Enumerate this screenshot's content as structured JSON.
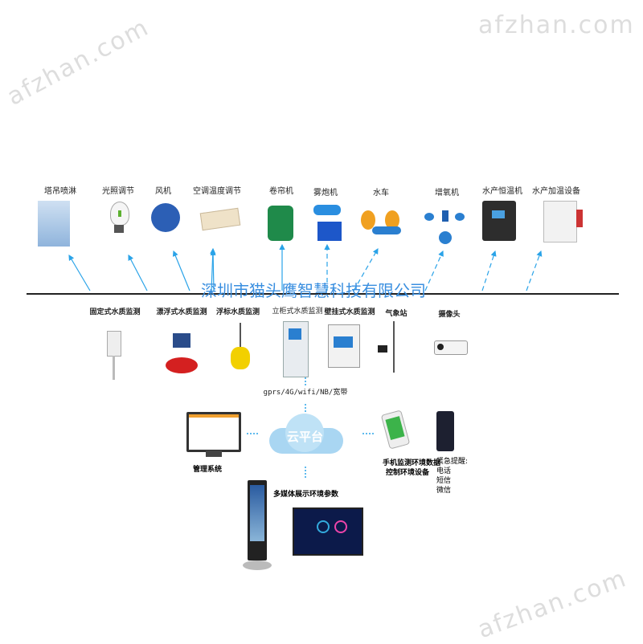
{
  "watermarks": [
    "afzhan.com",
    "afzhan.com",
    "afzhan.com"
  ],
  "company": "深圳市猫头鹰智慧科技有限公司",
  "control_devices": [
    {
      "label": "塔吊喷淋",
      "icon": "crane-spray-icon"
    },
    {
      "label": "光照调节",
      "icon": "light-bulb-icon"
    },
    {
      "label": "风机",
      "icon": "fan-icon"
    },
    {
      "label": "空调温度调节",
      "icon": "air-conditioner-icon"
    },
    {
      "label": "卷帘机",
      "icon": "roller-motor-icon"
    },
    {
      "label": "雾炮机",
      "icon": "fog-cannon-icon"
    },
    {
      "label": "水车",
      "icon": "paddle-wheel-icon"
    },
    {
      "label": "增氧机",
      "icon": "aerator-icon"
    },
    {
      "label": "水产恒温机",
      "icon": "thermostat-unit-icon"
    },
    {
      "label": "水产加温设备",
      "icon": "heater-icon"
    }
  ],
  "monitor_devices": [
    {
      "label": "固定式水质监测",
      "icon": "fixed-station-icon"
    },
    {
      "label": "漂浮式水质监测",
      "icon": "floating-station-icon"
    },
    {
      "label": "浮标水质监测",
      "icon": "buoy-icon"
    },
    {
      "label": "立柜式水质监测",
      "icon": "cabinet-icon"
    },
    {
      "label": "壁挂式水质监测",
      "icon": "wall-box-icon"
    },
    {
      "label": "气象站",
      "icon": "weather-station-icon"
    },
    {
      "label": "摄像头",
      "icon": "camera-icon"
    }
  ],
  "network": "gprs/4G/wifi/NB/宽带",
  "cloud": "云平台",
  "management": "管理系统",
  "mobile": {
    "line1": "手机监测环境数据",
    "line2": "控制环境设备"
  },
  "alerts": {
    "title": "紧急提醒:",
    "items": [
      "电话",
      "短信",
      "微信"
    ]
  },
  "multimedia": "多媒体展示环境参数",
  "colors": {
    "arrow": "#2aa3e8",
    "company": "#3a8fe0",
    "line": "#222222"
  }
}
